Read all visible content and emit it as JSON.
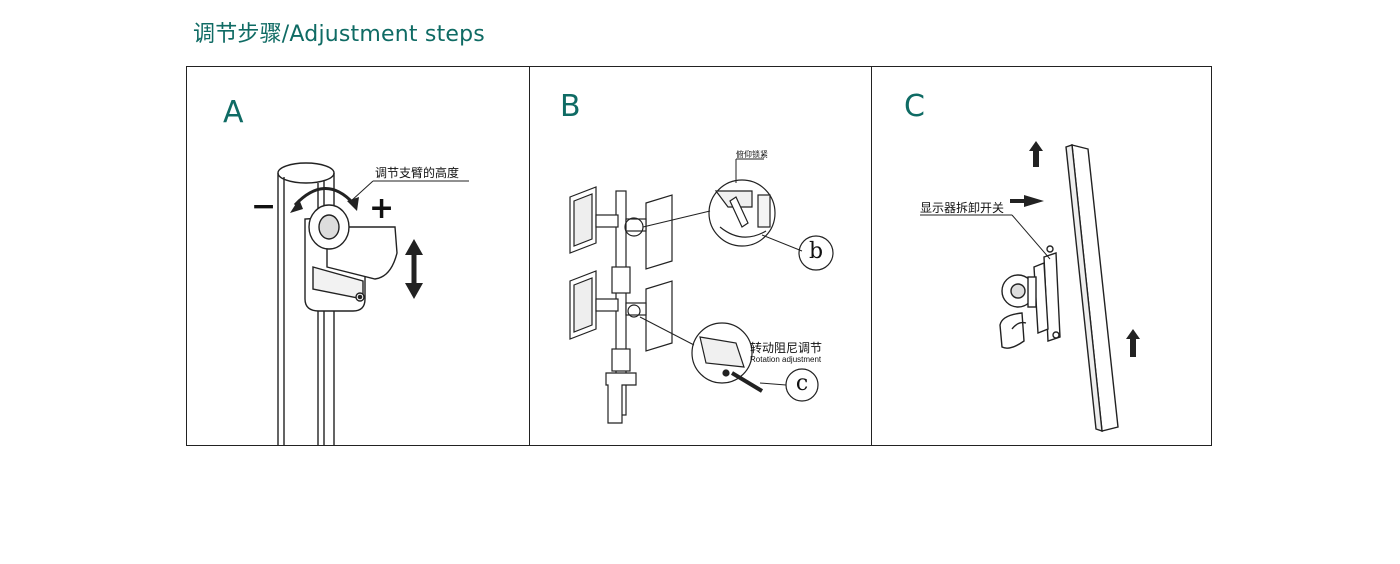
{
  "title": "调节步骤/Adjustment steps",
  "panels": [
    {
      "letter": "A",
      "labels": {
        "arm_height": "调节支臂的高度",
        "minus": "−",
        "plus": "+"
      }
    },
    {
      "letter": "B",
      "labels": {
        "tilt_lock": "俯仰锁紧",
        "callout_b": "b",
        "rotation_cn": "转动阻尼调节",
        "rotation_en": "Rotation adjustment",
        "callout_c": "c"
      }
    },
    {
      "letter": "C",
      "labels": {
        "release_switch": "显示器拆卸开关"
      }
    }
  ],
  "colors": {
    "accent": "#0f6b64",
    "line": "#222222"
  }
}
